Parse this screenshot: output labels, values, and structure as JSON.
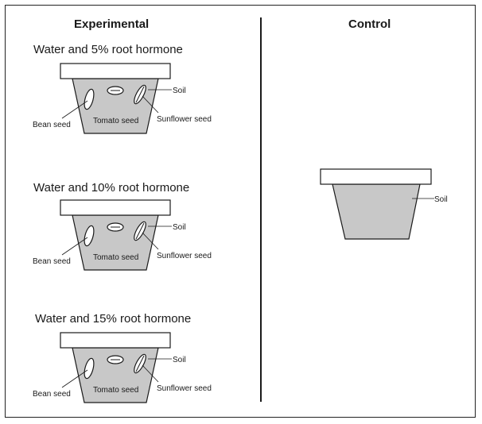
{
  "headings": {
    "experimental": "Experimental",
    "control": "Control"
  },
  "experimental_pots": [
    {
      "title": "Water and 5% root hormone",
      "labels": {
        "soil": "Soil",
        "bean": "Bean seed",
        "tomato": "Tomato seed",
        "sunflower": "Sunflower seed"
      }
    },
    {
      "title": "Water and 10% root hormone",
      "labels": {
        "soil": "Soil",
        "bean": "Bean seed",
        "tomato": "Tomato seed",
        "sunflower": "Sunflower seed"
      }
    },
    {
      "title": "Water and 15% root hormone",
      "labels": {
        "soil": "Soil",
        "bean": "Bean seed",
        "tomato": "Tomato seed",
        "sunflower": "Sunflower seed"
      }
    }
  ],
  "control_pot": {
    "labels": {
      "soil": "Soil"
    }
  },
  "colors": {
    "soil": "#c8c8c8",
    "stroke": "#1a1a1a"
  }
}
